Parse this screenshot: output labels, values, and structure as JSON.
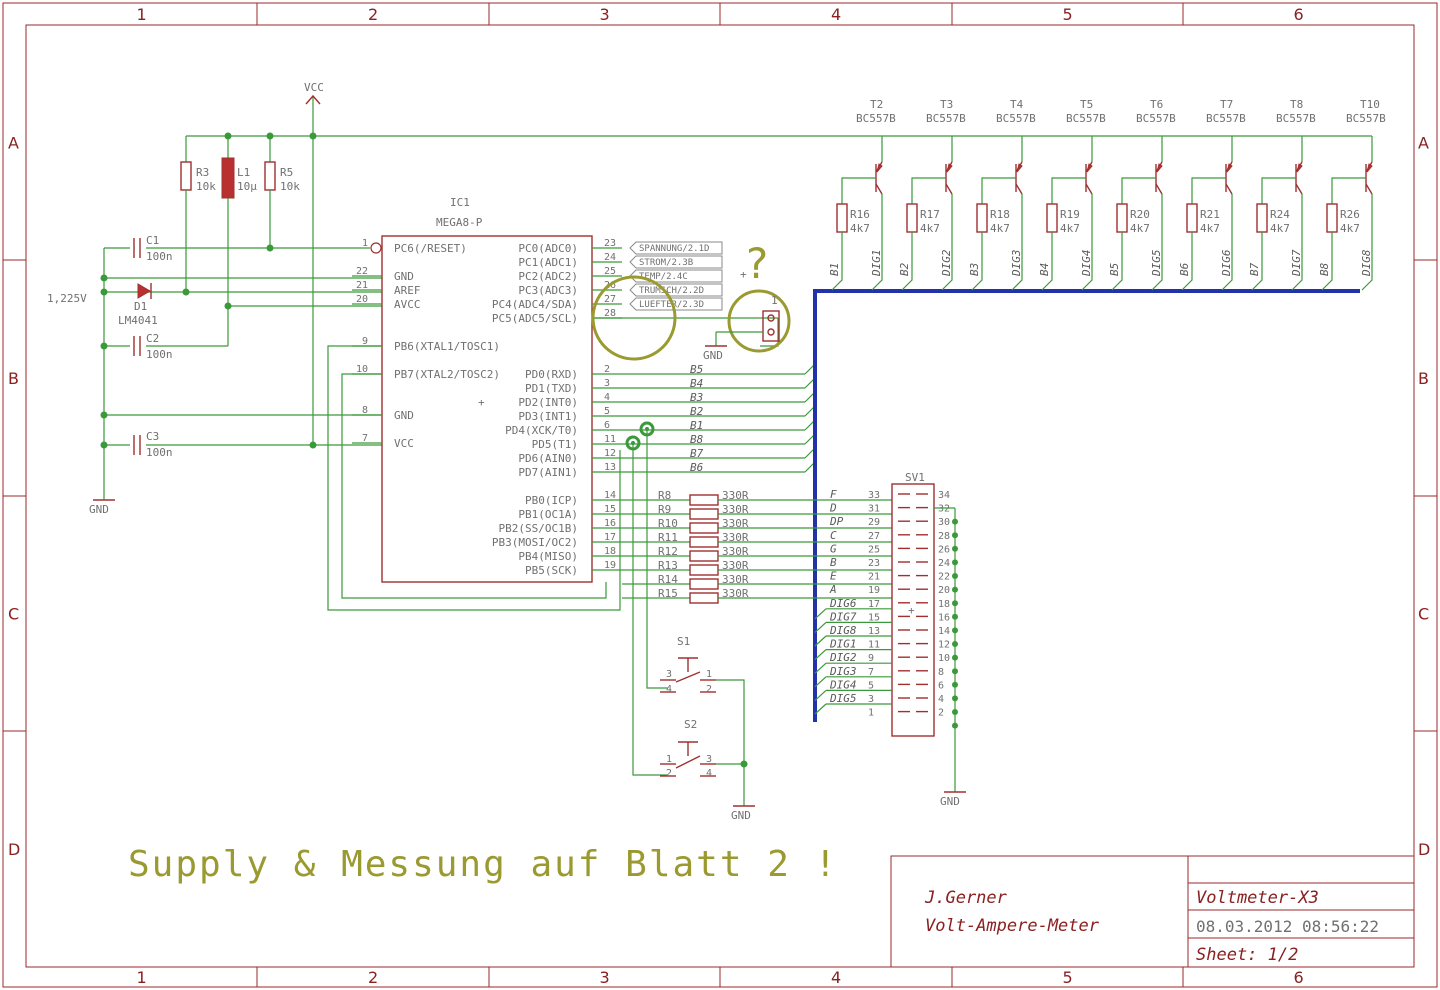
{
  "frame": {
    "columns": [
      "1",
      "2",
      "3",
      "4",
      "5",
      "6"
    ],
    "rows": [
      "A",
      "B",
      "C",
      "D"
    ]
  },
  "power": {
    "vcc": "VCC",
    "gnd": "GND"
  },
  "ic1": {
    "name": "IC1",
    "value": "MEGA8-P",
    "left_pins": [
      {
        "num": "1",
        "name": "PC6(/RESET)"
      },
      {
        "num": "22",
        "name": "GND"
      },
      {
        "num": "21",
        "name": "AREF"
      },
      {
        "num": "20",
        "name": "AVCC"
      },
      {
        "num": "9",
        "name": "PB6(XTAL1/TOSC1)"
      },
      {
        "num": "10",
        "name": "PB7(XTAL2/TOSC2)"
      },
      {
        "num": "8",
        "name": "GND"
      },
      {
        "num": "7",
        "name": "VCC"
      }
    ],
    "right_pins": [
      {
        "num": "23",
        "name": "PC0(ADC0)"
      },
      {
        "num": "24",
        "name": "PC1(ADC1)"
      },
      {
        "num": "25",
        "name": "PC2(ADC2)"
      },
      {
        "num": "26",
        "name": "PC3(ADC3)"
      },
      {
        "num": "27",
        "name": "PC4(ADC4/SDA)"
      },
      {
        "num": "28",
        "name": "PC5(ADC5/SCL)"
      },
      {
        "num": "2",
        "name": "PD0(RXD)"
      },
      {
        "num": "3",
        "name": "PD1(TXD)"
      },
      {
        "num": "4",
        "name": "PD2(INT0)"
      },
      {
        "num": "5",
        "name": "PD3(INT1)"
      },
      {
        "num": "6",
        "name": "PD4(XCK/T0)"
      },
      {
        "num": "11",
        "name": "PD5(T1)"
      },
      {
        "num": "12",
        "name": "PD6(AIN0)"
      },
      {
        "num": "13",
        "name": "PD7(AIN1)"
      },
      {
        "num": "14",
        "name": "PB0(ICP)"
      },
      {
        "num": "15",
        "name": "PB1(OC1A)"
      },
      {
        "num": "16",
        "name": "PB2(SS/OC1B)"
      },
      {
        "num": "17",
        "name": "PB3(MOSI/OC2)"
      },
      {
        "num": "18",
        "name": "PB4(MISO)"
      },
      {
        "num": "19",
        "name": "PB5(SCK)"
      }
    ]
  },
  "adc_tags": [
    "SPANNUNG/2.1D",
    "STROM/2.3B",
    "TEMP/2.4C",
    "TRUMSCH/2.2D",
    "LUEFTER/2.3D"
  ],
  "pd_nets": [
    "B5",
    "B4",
    "B3",
    "B2",
    "B1",
    "B8",
    "B7",
    "B6"
  ],
  "pb_resistors": [
    {
      "name": "R8",
      "value": "330R"
    },
    {
      "name": "R9",
      "value": "330R"
    },
    {
      "name": "R10",
      "value": "330R"
    },
    {
      "name": "R11",
      "value": "330R"
    },
    {
      "name": "R12",
      "value": "330R"
    },
    {
      "name": "R13",
      "value": "330R"
    },
    {
      "name": "R14",
      "value": "330R"
    },
    {
      "name": "R15",
      "value": "330R"
    }
  ],
  "left_parts": {
    "r3": {
      "name": "R3",
      "value": "10k"
    },
    "l1": {
      "name": "L1",
      "value": "10µ"
    },
    "r5": {
      "name": "R5",
      "value": "10k"
    },
    "c1": {
      "name": "C1",
      "value": "100n"
    },
    "c2": {
      "name": "C2",
      "value": "100n"
    },
    "c3": {
      "name": "C3",
      "value": "100n"
    },
    "d1": {
      "name": "D1",
      "value": "LM4041"
    },
    "vref": "1,225V"
  },
  "transistors": [
    {
      "name": "T2",
      "value": "BC557B",
      "res": "R16",
      "rval": "4k7",
      "base": "B1",
      "dig": "DIG1"
    },
    {
      "name": "T3",
      "value": "BC557B",
      "res": "R17",
      "rval": "4k7",
      "base": "B2",
      "dig": "DIG2"
    },
    {
      "name": "T4",
      "value": "BC557B",
      "res": "R18",
      "rval": "4k7",
      "base": "B3",
      "dig": "DIG3"
    },
    {
      "name": "T5",
      "value": "BC557B",
      "res": "R19",
      "rval": "4k7",
      "base": "B4",
      "dig": "DIG4"
    },
    {
      "name": "T6",
      "value": "BC557B",
      "res": "R20",
      "rval": "4k7",
      "base": "B5",
      "dig": "DIG5"
    },
    {
      "name": "T7",
      "value": "BC557B",
      "res": "R21",
      "rval": "4k7",
      "base": "B6",
      "dig": "DIG6"
    },
    {
      "name": "T8",
      "value": "BC557B",
      "res": "R24",
      "rval": "4k7",
      "base": "B7",
      "dig": "DIG7"
    },
    {
      "name": "T10",
      "value": "BC557B",
      "res": "R26",
      "rval": "4k7",
      "base": "B8",
      "dig": "DIG8"
    }
  ],
  "sv1": {
    "name": "SV1",
    "left_pins": [
      "33",
      "31",
      "29",
      "27",
      "25",
      "23",
      "21",
      "19",
      "17",
      "15",
      "13",
      "11",
      "9",
      "7",
      "5",
      "3",
      "1"
    ],
    "right_pins": [
      "34",
      "32",
      "30",
      "28",
      "26",
      "24",
      "22",
      "20",
      "18",
      "16",
      "14",
      "12",
      "10",
      "8",
      "6",
      "4",
      "2"
    ],
    "nets": [
      "F",
      "D",
      "DP",
      "C",
      "G",
      "B",
      "E",
      "A",
      "DIG6",
      "DIG7",
      "DIG8",
      "DIG1",
      "DIG2",
      "DIG3",
      "DIG4",
      "DIG5",
      ""
    ]
  },
  "switches": {
    "s1": {
      "name": "S1",
      "pins": [
        "3",
        "1",
        "4",
        "2"
      ]
    },
    "s2": {
      "name": "S2",
      "pins": [
        "1",
        "3",
        "2",
        "4"
      ]
    }
  },
  "jumper": {
    "question": "?",
    "pin": "1"
  },
  "note": "Supply & Messung auf Blatt 2 !",
  "titleblock": {
    "author": "J.Gerner",
    "description": "Volt-Ampere-Meter",
    "project": "Voltmeter-X3",
    "date": "08.03.2012 08:56:22",
    "sheet": "Sheet: 1/2"
  }
}
